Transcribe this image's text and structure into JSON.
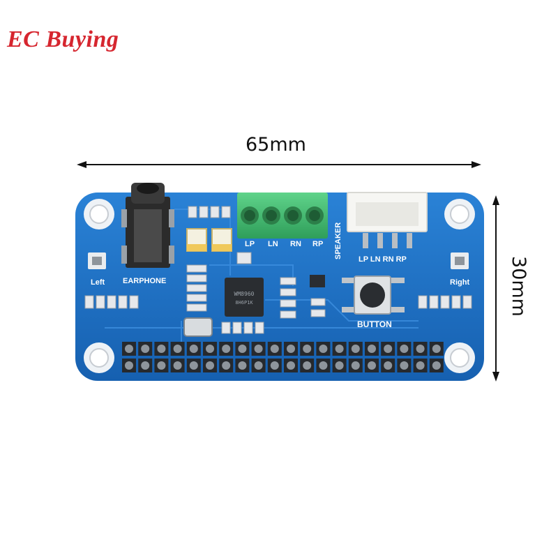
{
  "brand": {
    "text": "EC Buying",
    "color": "#d6262f"
  },
  "dimensions": {
    "width": "65mm",
    "height": "30mm"
  },
  "board": {
    "color": "#1e74c8",
    "labels": {
      "earphone": "EARPHONE",
      "left": "Left",
      "right": "Right",
      "speaker": "SPEAKER",
      "button": "BUTTON",
      "lp": "LP",
      "ln": "LN",
      "rn": "RN",
      "rp": "RP",
      "connector_pins": "LP LN RN RP"
    }
  }
}
